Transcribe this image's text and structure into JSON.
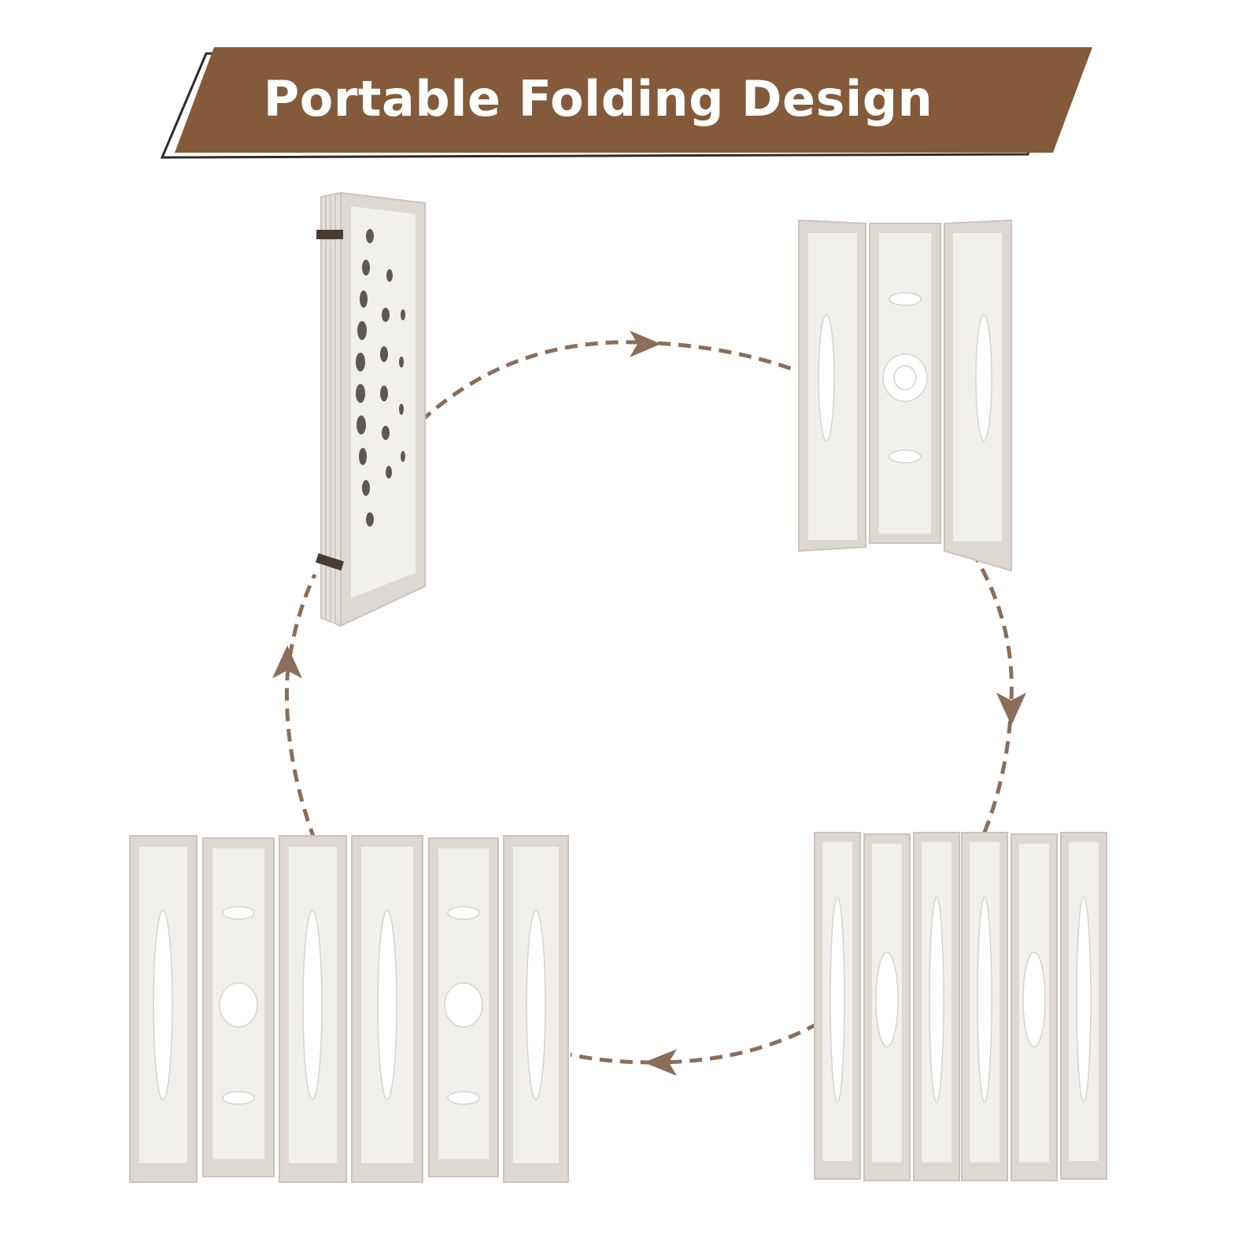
{
  "banner": {
    "title": "Portable Folding Design",
    "fill_color": "#845A3A",
    "outline_color": "#2b2b2b"
  },
  "colors": {
    "arrow": "#8A6E5A",
    "panel_frame": "#D9D4CE",
    "panel_face": "#EFEDEA",
    "cutout": "#FFFFFF",
    "hinge": "#4A3A30"
  },
  "stages": [
    {
      "name": "folded-screen"
    },
    {
      "name": "three-panel-screen"
    },
    {
      "name": "six-panel-screen-compact"
    },
    {
      "name": "six-panel-screen-wide"
    }
  ]
}
